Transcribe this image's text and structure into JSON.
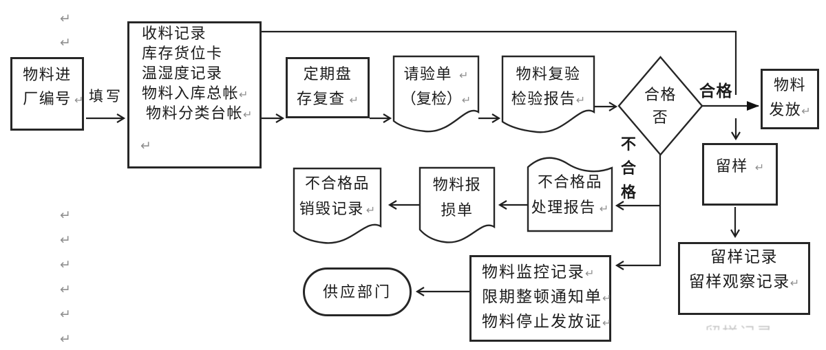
{
  "diagram": {
    "nodes": {
      "entry": {
        "line1": "物料进",
        "line2": "厂编号"
      },
      "records": {
        "line1": "收料记录",
        "line2": "库存货位卡",
        "line3": "温湿度记录",
        "line4": "物料入库总帐",
        "line5": "物料分类台帐"
      },
      "periodic_check": {
        "line1": "定期盘",
        "line2": "存复查"
      },
      "inspection_request": {
        "line1": "请验单",
        "line2": "（复检）"
      },
      "recheck_report": {
        "line1": "物料复验",
        "line2": "检验报告"
      },
      "decision": {
        "line1": "合格",
        "line2": "否"
      },
      "release": {
        "line1": "物料",
        "line2": "发放"
      },
      "retain_sample": {
        "line1": "留样"
      },
      "retain_records": {
        "line1": "留样记录",
        "line2": "留样观察记录"
      },
      "handling_report": {
        "line1": "不合格品",
        "line2": "处理报告"
      },
      "scrap_note": {
        "line1": "物料报",
        "line2": "损单"
      },
      "destroy_record": {
        "line1": "不合格品",
        "line2": "销毁记录"
      },
      "monitor": {
        "line1": "物料监控记录",
        "line2": "限期整顿通知单",
        "line3": "物料停止发放证"
      },
      "supply_dept": {
        "line1": "供应部门"
      }
    },
    "edge_labels": {
      "fill_in": "填写",
      "qualified": "合格",
      "unqualified": "不合格"
    },
    "artifacts": {
      "ghost_text": "留样记录",
      "return_mark": "↵"
    }
  }
}
